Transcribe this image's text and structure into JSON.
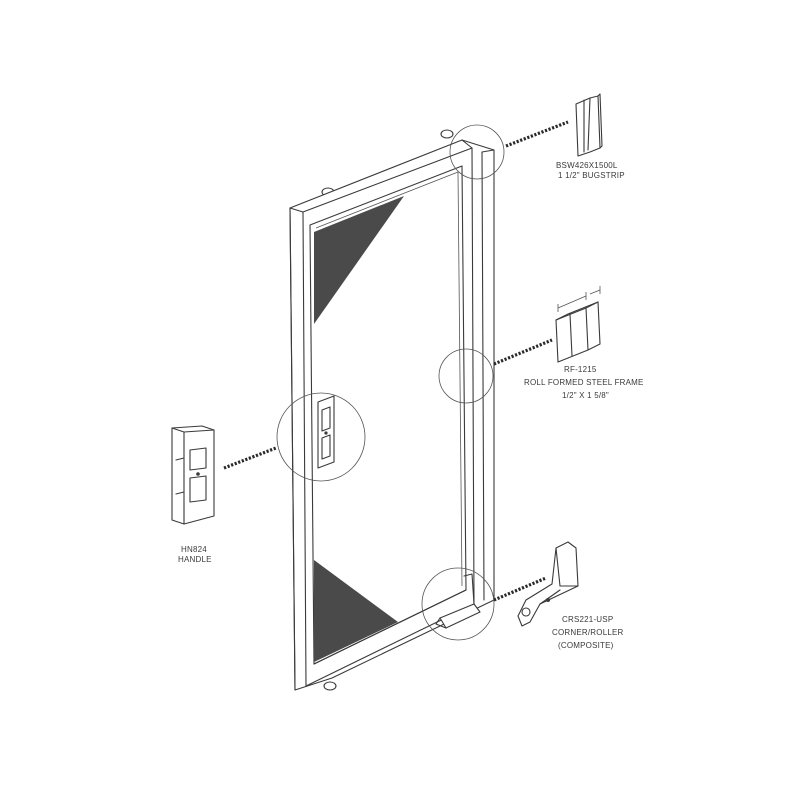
{
  "callouts": {
    "bugstrip": {
      "line1": "BSW426X1500L",
      "line2": "1 1/2\" BUGSTRIP"
    },
    "frame": {
      "line1": "RF-1215",
      "line2": "ROLL FORMED STEEL FRAME",
      "line3": "1/2\" X 1 5/8\""
    },
    "handle": {
      "line1": "HN824",
      "line2": "HANDLE"
    },
    "corner": {
      "line1": "CRS221-USP",
      "line2": "CORNER/ROLLER",
      "line3": "(COMPOSITE)"
    }
  },
  "colors": {
    "ink": "#3a3a3a",
    "screen": "#4a4a4a",
    "background": "#ffffff"
  }
}
